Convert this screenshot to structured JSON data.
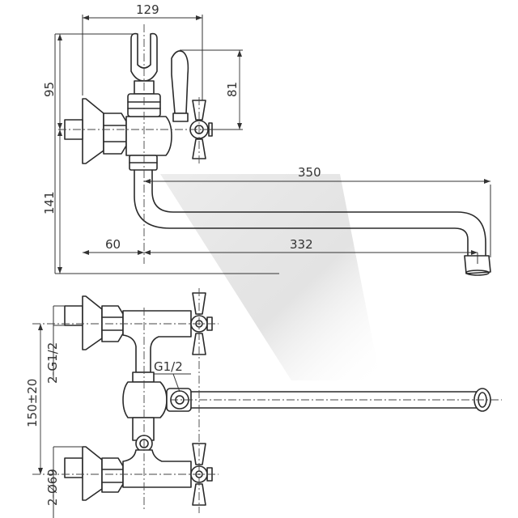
{
  "dimensions": {
    "width_top": "129",
    "height_handle": "95",
    "height_lever": "81",
    "spout_length": "350",
    "spout_inner": "332",
    "height_spout": "141",
    "offset": "60",
    "inlet_thread": "2-G1/2",
    "inlet_spacing": "150±20",
    "escutcheon_dia": "2-Ø69",
    "outlet_thread": "G1/2"
  },
  "colors": {
    "line": "#2a2a2a",
    "background": "#ffffff",
    "shade": "#c8c8c8"
  }
}
